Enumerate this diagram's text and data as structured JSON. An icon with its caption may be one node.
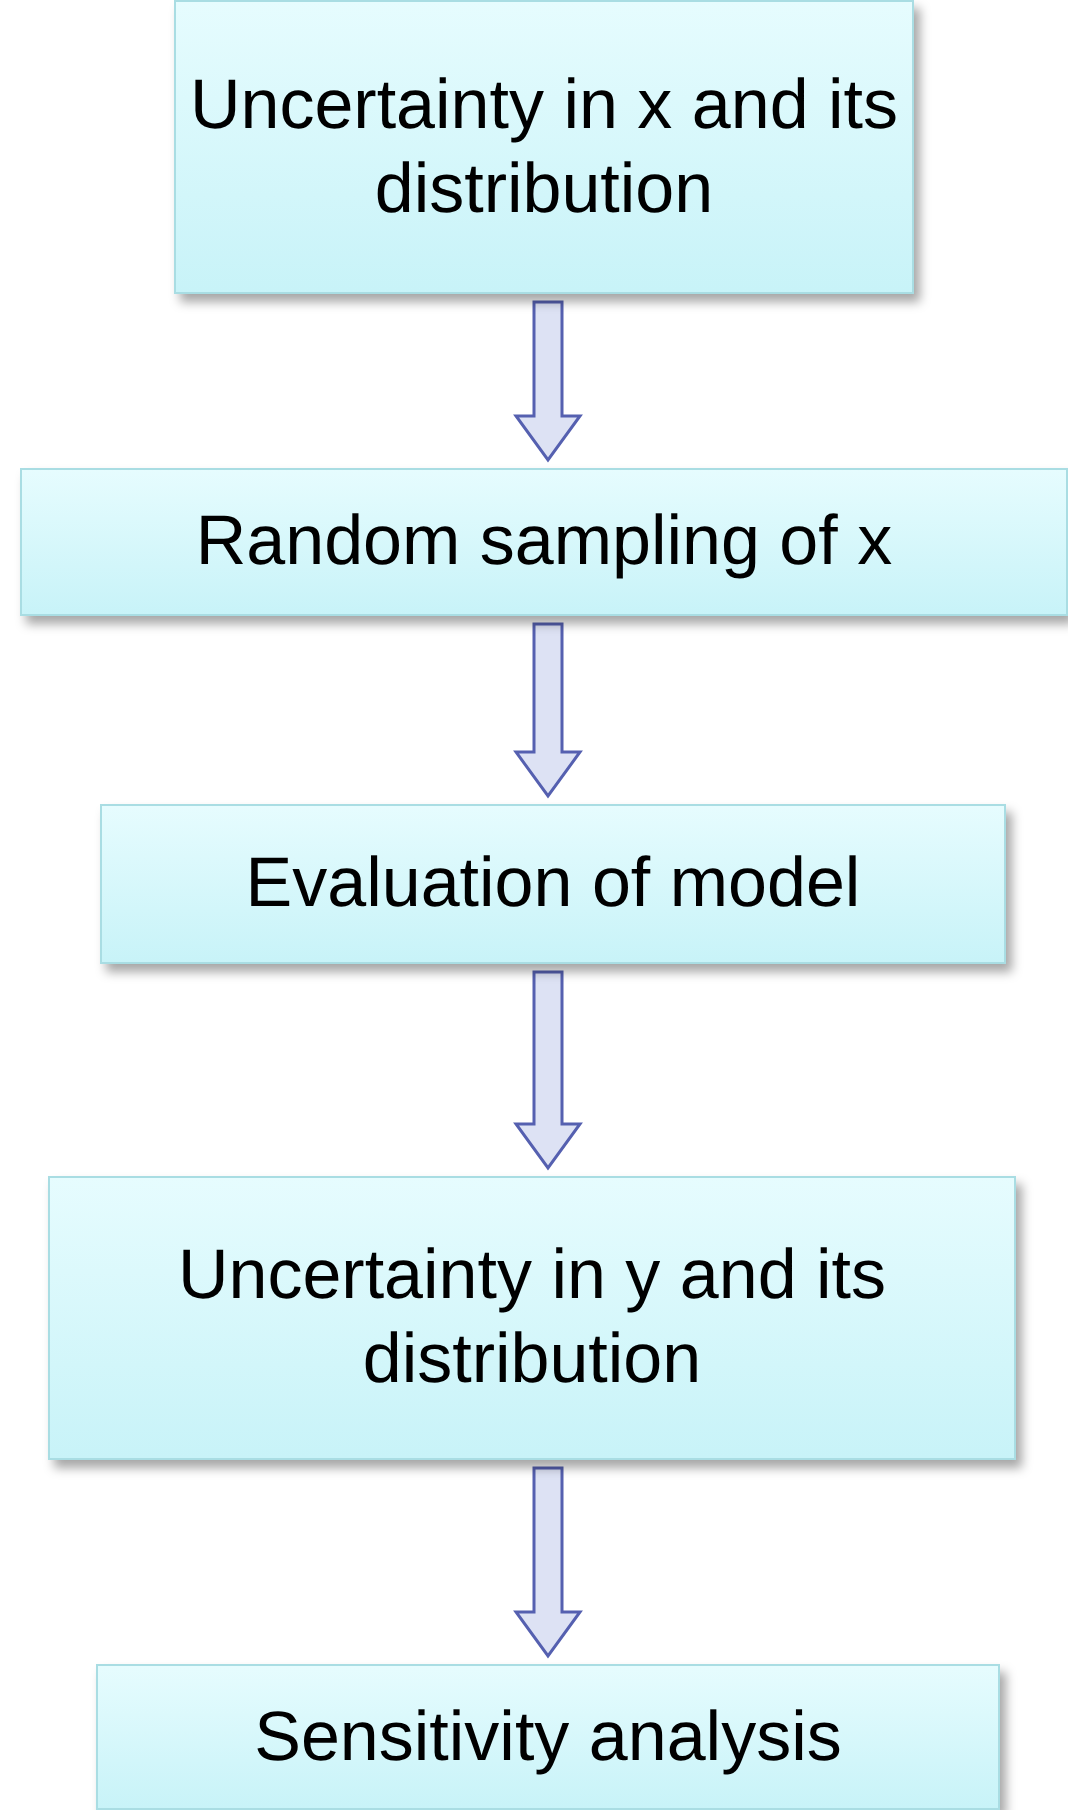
{
  "diagram": {
    "nodes": [
      {
        "text": [
          "Uncertainty in x and its distribution"
        ]
      },
      {
        "text": [
          "Random sampling of x"
        ]
      },
      {
        "text": [
          "Evaluation of model"
        ]
      },
      {
        "text": [
          "Uncertainty in y and its distribution"
        ]
      },
      {
        "text": [
          "Sensitivity analysis"
        ]
      }
    ],
    "edges": [
      {
        "from": 0,
        "to": 1,
        "arrow": "to"
      },
      {
        "from": 1,
        "to": 2,
        "arrow": "to"
      },
      {
        "from": 2,
        "to": 3,
        "arrow": "to"
      },
      {
        "from": 3,
        "to": 4,
        "arrow": "to"
      }
    ]
  }
}
